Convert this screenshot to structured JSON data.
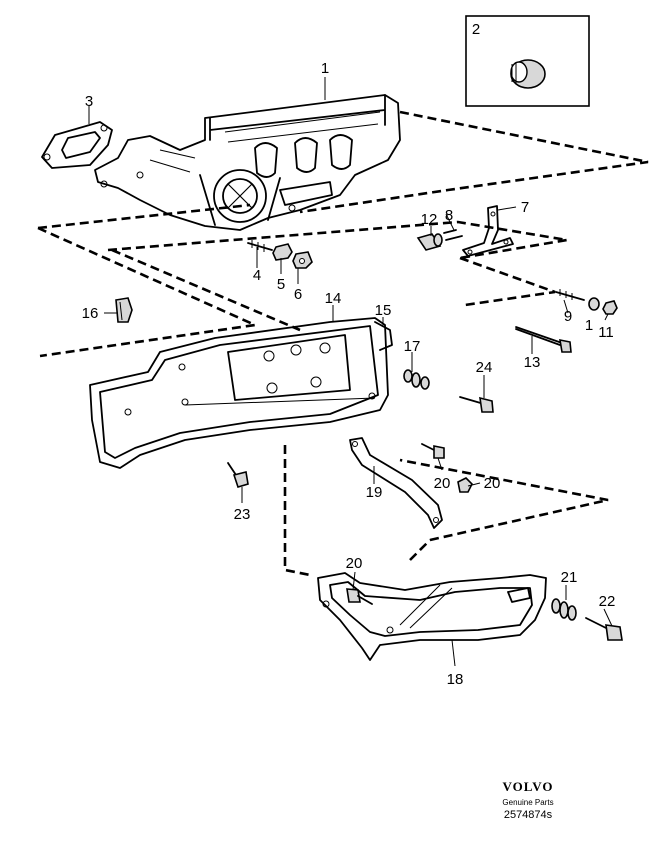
{
  "figure": {
    "callouts": [
      "1",
      "2",
      "3",
      "4",
      "5",
      "6",
      "7",
      "8",
      "9",
      "1",
      "11",
      "12",
      "13",
      "14",
      "15",
      "16",
      "17",
      "18",
      "19",
      "20",
      "20",
      "20",
      "21",
      "22",
      "23",
      "24"
    ]
  },
  "brand": {
    "logo": "VOLVO",
    "subtitle": "Genuine Parts",
    "code": "2574874s"
  },
  "icons": [
    "bolt-icon",
    "nut-icon",
    "washer-icon",
    "stud-icon",
    "bracket-icon",
    "plug-icon"
  ]
}
